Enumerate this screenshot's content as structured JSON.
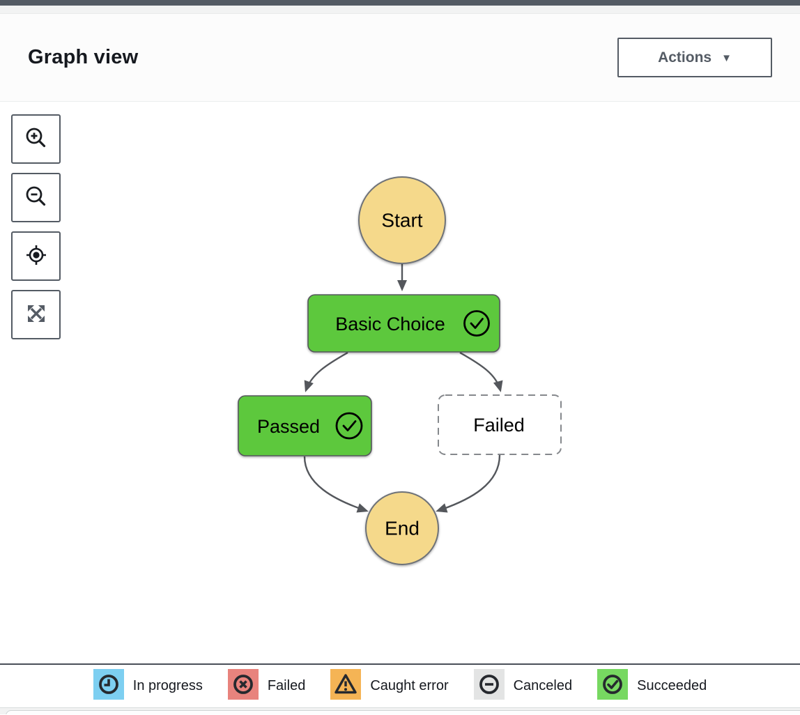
{
  "header": {
    "title": "Graph view",
    "actions_button": {
      "label": "Actions",
      "caret": "▼"
    }
  },
  "toolbar": {
    "buttons": [
      "zoom-in",
      "zoom-out",
      "center",
      "fit-to-view"
    ]
  },
  "graph": {
    "nodes": [
      {
        "id": "start",
        "label": "Start",
        "shape": "circle",
        "status": "start"
      },
      {
        "id": "basic-choice",
        "label": "Basic Choice",
        "shape": "rounded-rect",
        "status": "succeeded"
      },
      {
        "id": "passed",
        "label": "Passed",
        "shape": "rounded-rect",
        "status": "succeeded"
      },
      {
        "id": "failed",
        "label": "Failed",
        "shape": "rounded-rect-dashed",
        "status": "not-executed"
      },
      {
        "id": "end",
        "label": "End",
        "shape": "circle",
        "status": "end"
      }
    ],
    "edges": [
      {
        "from": "start",
        "to": "basic-choice"
      },
      {
        "from": "basic-choice",
        "to": "passed"
      },
      {
        "from": "basic-choice",
        "to": "failed"
      },
      {
        "from": "passed",
        "to": "end"
      },
      {
        "from": "failed",
        "to": "end"
      }
    ]
  },
  "legend": {
    "items": [
      {
        "label": "In progress",
        "color": "#7dcff1",
        "icon": "clock-icon"
      },
      {
        "label": "Failed",
        "color": "#e8837d",
        "icon": "circle-x-icon"
      },
      {
        "label": "Caught error",
        "color": "#f5b455",
        "icon": "warning-triangle-icon"
      },
      {
        "label": "Canceled",
        "color": "#e3e4e4",
        "icon": "circle-minus-icon"
      },
      {
        "label": "Succeeded",
        "color": "#77d861",
        "icon": "circle-check-icon"
      }
    ]
  },
  "colors": {
    "node_yellow": "#f5d98b",
    "node_yellow_border": "#6e7278",
    "node_green": "#5dc83d",
    "node_green_border": "#54575c",
    "edge": "#54575c",
    "dashed_border": "#85888c",
    "top_bar": "#545b64"
  }
}
